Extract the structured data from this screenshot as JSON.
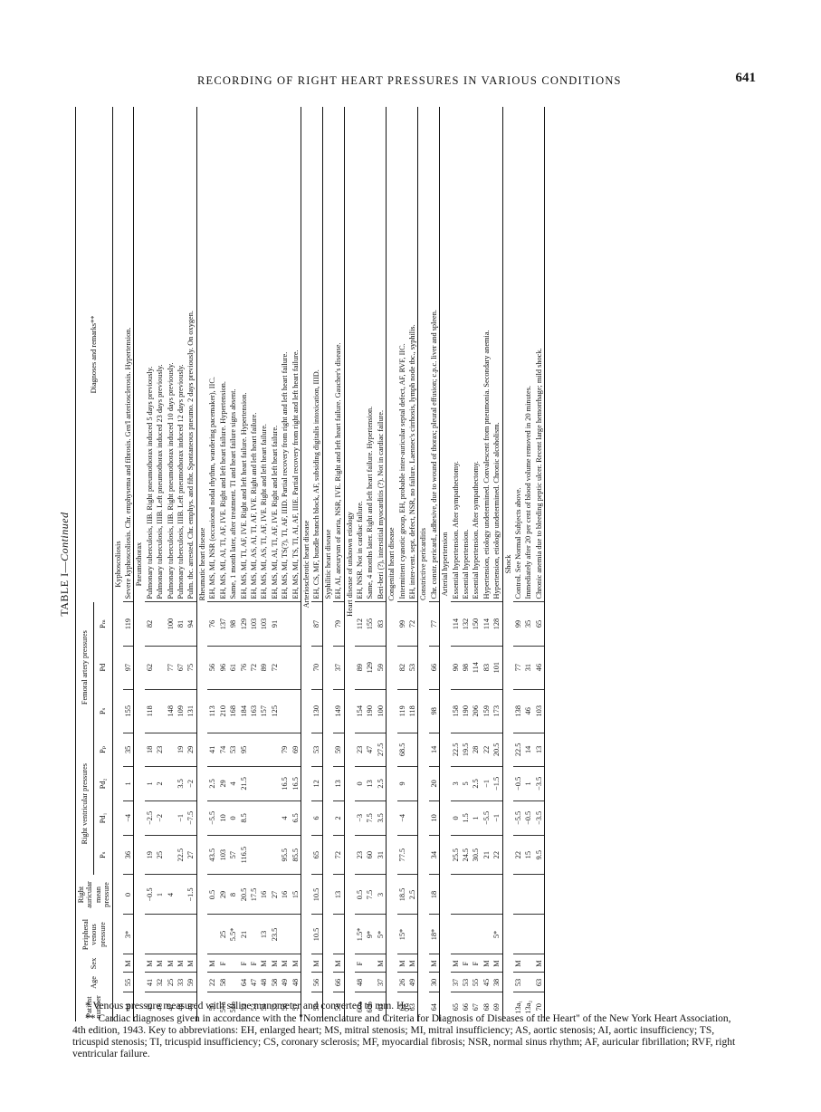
{
  "running_head": "RECORDING OF RIGHT HEART PRESSURES IN VARIOUS CONDITIONS",
  "page_number": "641",
  "table_title": "TABLE I—",
  "table_title_cont": "Continued",
  "headers": {
    "patient": "Patient number",
    "age": "Age",
    "sex": "Sex",
    "peripheral": "Peripheral venous pressure",
    "right_auricular": "Right auricular mean pressure",
    "rv_group": "Right ventricular pressures",
    "rv_ps": "Pₛ",
    "rv_pd1": "Pd₁",
    "rv_pd2": "Pd₂",
    "rv_pp": "Pₚ",
    "fa_group": "Femoral artery pressures",
    "fa_ps": "Pₛ",
    "fa_pd": "Pd",
    "fa_pm": "Pₘ",
    "diagnoses": "Diagnoses and remarks**"
  },
  "sections": [
    {
      "title": "Kyphoscoliosis",
      "rows": [
        [
          "44",
          "55",
          "M",
          "3*",
          "0",
          "36",
          "−4",
          "1",
          "35",
          "155",
          "97",
          "119",
          "Severe kyphoscoliosis.  Chr. emphysema and fibrosis.  Gen'l arteriosclerosis.  Hypertension."
        ]
      ]
    },
    {
      "title": "Pneumothorax",
      "rows": [
        [
          "45",
          "41",
          "M",
          "",
          "−0.5",
          "19",
          "−2.5",
          "1",
          "18",
          "118",
          "62",
          "82",
          "Pulmonary tuberculosis, IIB.  Right pneumothorax induced 5 days previously."
        ],
        [
          "46",
          "32",
          "M",
          "",
          "1",
          "25",
          "−2",
          "2",
          "23",
          "",
          "",
          "",
          "Pulmonary tuberculosis, IIIB.  Left pneumothorax induced 23 days previously."
        ],
        [
          "47",
          "25",
          "M",
          "",
          "4",
          "",
          "",
          "",
          "",
          "148",
          "77",
          "100",
          "Pulmonary tuberculosis, IIB.  Right pneumothorax induced 10 days previously."
        ],
        [
          "48",
          "33",
          "M",
          "",
          "",
          "22.5",
          "−1",
          "3.5",
          "19",
          "109",
          "67",
          "81",
          "Pulmonary tuberculosis, IIIB.  Left pneumothorax induced 12 days previously."
        ],
        [
          "49",
          "59",
          "M",
          "",
          "−1.5",
          "27",
          "−7.5",
          "−2",
          "29",
          "131",
          "75",
          "94",
          "Pulm. tbc. arrested.  Chr. emphys. and fibr.  Spontaneous pneumo. 2 days previously.  On oxygen."
        ]
      ]
    },
    {
      "title": "Rheumatic heart disease",
      "rows": [
        [
          "50",
          "22",
          "M",
          "",
          "0.5",
          "43.5",
          "−5.5",
          "2.5",
          "41",
          "113",
          "56",
          "76",
          "EH, MS, MI, NSR (occasional nodal rhythm, wandering pacemaker), IIC."
        ],
        [
          "51a",
          "58",
          "F",
          "25",
          "29",
          "103",
          "10",
          "29",
          "74",
          "210",
          "96",
          "137",
          "EH, MS, MI, AI, TI, AF, IVE.  Right and left heart failure.  Hypertension."
        ],
        [
          "51b",
          "",
          "",
          "5.5*",
          "8",
          "57",
          "0",
          "4",
          "53",
          "168",
          "61",
          "98",
          "Same, 1 month later, after treatment.  TI and heart failure signs absent."
        ],
        [
          "52",
          "64",
          "F",
          "21",
          "20.5",
          "116.5",
          "8.5",
          "21.5",
          "95",
          "184",
          "76",
          "129",
          "EH, MS, MI, TI, AF, IVE.  Right and left heart failure.  Hypertension."
        ],
        [
          "53",
          "47",
          "F",
          "",
          "17.5",
          "",
          "",
          "",
          "",
          "163",
          "72",
          "103",
          "EH, MS, MI, AS, AI, TI, AF, IVE.  Right and left heart failure."
        ],
        [
          "54",
          "48",
          "M",
          "13",
          "16",
          "",
          "",
          "",
          "",
          "157",
          "89",
          "103",
          "EH, MS, MI, AS, TI, AF, IVE.  Right and left heart failure."
        ],
        [
          "55",
          "58",
          "M",
          "23.5",
          "27",
          "",
          "",
          "",
          "",
          "125",
          "72",
          "91",
          "EH, MS, MI, AI, TI, AF, IVE.  Right and left heart failure."
        ],
        [
          "56",
          "49",
          "M",
          "",
          "16",
          "95.5",
          "4",
          "16.5",
          "79",
          "",
          "",
          "",
          "EH, MS, MI, TS(?), TI, AF, IIID.  Partial recovery from right and left heart failure."
        ],
        [
          "57",
          "48",
          "M",
          "",
          "15",
          "85.5",
          "6.5",
          "16.5",
          "69",
          "",
          "",
          "",
          "EH, MS, MI, TS, TI, AI, AF, IIIE.  Partial recovery from right and left heart failure."
        ]
      ]
    },
    {
      "title": "Arteriosclerotic heart disease",
      "rows": [
        [
          "58",
          "56",
          "M",
          "10.5",
          "10.5",
          "65",
          "6",
          "12",
          "53",
          "130",
          "70",
          "87",
          "EH, CS, MF, bundle branch block, AF, subsiding digitalis intoxication, IIID."
        ]
      ]
    },
    {
      "title": "Syphilitic heart disease",
      "rows": [
        [
          "59",
          "66",
          "M",
          "",
          "13",
          "72",
          "2",
          "13",
          "59",
          "149",
          "37",
          "79",
          "EH, AI, aneurysm of aorta, NSR, IVE.  Right and left heart failure.  Gaucher's disease."
        ]
      ]
    },
    {
      "title": "Heart disease of unknown etiology",
      "rows": [
        [
          "60a",
          "48",
          "F",
          "1.5*",
          "0.5",
          "23",
          "−3",
          "0",
          "23",
          "154",
          "89",
          "112",
          "EH, NSR.  Not in cardiac failure."
        ],
        [
          "60b",
          "",
          "",
          "9*",
          "7.5",
          "60",
          "7.5",
          "13",
          "47",
          "190",
          "129",
          "155",
          "Same, 4 months later.  Right and left heart failure.  Hypertension."
        ],
        [
          "61",
          "37",
          "M",
          "5*",
          "3",
          "31",
          "3.5",
          "2.5",
          "27.5",
          "100",
          "59",
          "83",
          "Beri-beri (?), interstitial myocarditis (?).  Not in cardiac failure."
        ]
      ]
    },
    {
      "title": "Congenital heart disease",
      "rows": [
        [
          "62",
          "26",
          "M",
          "15*",
          "18.5",
          "77.5",
          "−4",
          "9",
          "68.5",
          "119",
          "82",
          "99",
          "Intermittent cyanotic group, EH, probable inter-auricular septal defect, AF, RVF, IIC."
        ],
        [
          "63",
          "49",
          "M",
          "",
          "2.5",
          "",
          "",
          "",
          "",
          "118",
          "53",
          "72",
          "EH, inter-vent. sept. defect, NSR, no failure.  Laennec's cirrhosis, lymph node tbc., syphilis."
        ]
      ]
    },
    {
      "title": "Constrictive pericarditis",
      "rows": [
        [
          "64",
          "30",
          "M",
          "18*",
          "18",
          "34",
          "10",
          "20",
          "14",
          "98",
          "66",
          "77",
          "Chr. constr. pericard., adhesive, due to wound of thorax; pleural effusion; c.p.c. liver and spleen."
        ]
      ]
    },
    {
      "title": "Arterial hypertension",
      "rows": [
        [
          "65",
          "37",
          "M",
          "",
          "",
          "25.5",
          "0",
          "3",
          "22.5",
          "158",
          "90",
          "114",
          "Essential hypertension.  After sympathectomy."
        ],
        [
          "66",
          "53",
          "F",
          "",
          "",
          "24.5",
          "1.5",
          "5",
          "19.5",
          "190",
          "98",
          "132",
          "Essential hypertension."
        ],
        [
          "67",
          "55",
          "F",
          "",
          "",
          "30.5",
          "1",
          "2.5",
          "28",
          "206",
          "114",
          "150",
          "Essential hypertension.  After sympathectomy."
        ],
        [
          "68",
          "45",
          "M",
          "",
          "",
          "21",
          "−5.5",
          "−1",
          "22",
          "159",
          "83",
          "114",
          "Hypertension, etiology undetermined.  Convalescent from pneumonia.  Secondary anemia."
        ],
        [
          "69",
          "38",
          "M",
          "5*",
          "",
          "22",
          "−1",
          "−1.5",
          "20.5",
          "173",
          "101",
          "128",
          "Hypertension, etiology undetermined.  Chronic alcoholism."
        ]
      ]
    },
    {
      "title": "Shock",
      "rows": [
        [
          "13a₁",
          "53",
          "M",
          "",
          "",
          "22",
          "−5.5",
          "−0.5",
          "22.5",
          "138",
          "77",
          "99",
          "Control.  See Normal Subjects above."
        ],
        [
          "13a₂",
          "",
          "",
          "",
          "",
          "15",
          "−0.5",
          "1",
          "14",
          "46",
          "31",
          "35",
          "Immediately after 20 per cent of blood volume removed in 20 minutes."
        ],
        [
          "70",
          "63",
          "M",
          "",
          "",
          "9.5",
          "−3.5",
          "−3.5",
          "13",
          "103",
          "46",
          "65",
          "Chronic anemia due to bleeding peptic ulcer.  Recent large hemorrhage; mild shock."
        ]
      ]
    }
  ],
  "footnotes": [
    "* Venous pressure measured with saline manometer and converted to mm. Hg.",
    "** Cardiac diagnoses given in accordance with the \"Nomenclature and Criteria for Diagnosis of Diseases of the Heart\" of the New York Heart Association, 4th edition, 1943.  Key to abbreviations: EH, enlarged heart; MS, mitral stenosis; MI, mitral insufficiency; AS, aortic stenosis; AI, aortic insufficiency; TS, tricuspid stenosis; TI, tricuspid insufficiency; CS, coronary sclerosis; MF, myocardial fibrosis; NSR, normal sinus rhythm; AF, auricular fibrillation; RVF, right ventricular failure."
  ]
}
